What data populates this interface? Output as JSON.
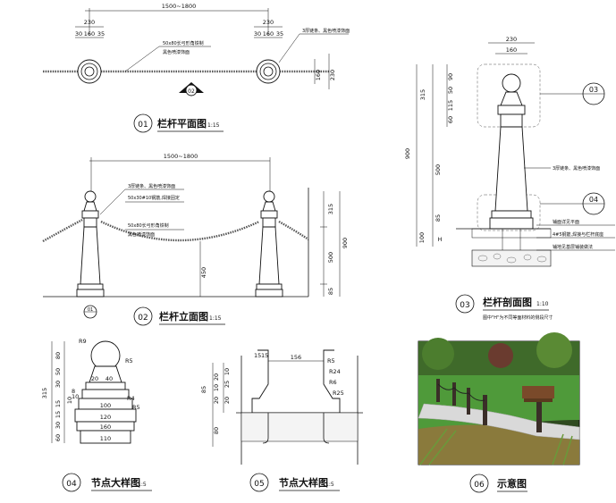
{
  "views": {
    "v01": {
      "num": "01",
      "title": "栏杆平面图",
      "scale": "1:15"
    },
    "v02": {
      "num": "02",
      "title": "栏杆立面图",
      "scale": "1:15"
    },
    "v03": {
      "num": "03",
      "title": "栏杆剖面图",
      "scale": "1:10",
      "note": "图中\"H\"为不同等面材料的侧段尺寸"
    },
    "v04": {
      "num": "04",
      "title": "节点大样图",
      "scale": "1:5"
    },
    "v05": {
      "num": "05",
      "title": "节点大样图",
      "scale": "1:5"
    },
    "v06": {
      "num": "06",
      "title": "示意图"
    }
  },
  "plan": {
    "span": "1500~1800",
    "d230": "230",
    "d30a": "30",
    "d160": "160",
    "d35": "35",
    "d230b": "230",
    "d30b": "30",
    "d160b": "160",
    "d35b": "35",
    "note_steel": "50x80长弓形角铁制",
    "note_color": "黑色喷漆饰面",
    "note_chain": "3厚链条、黑色喷漆饰面",
    "d160v": "160",
    "d230v": "230",
    "callout": "02"
  },
  "elevation": {
    "span": "1500~1800",
    "note1": "3厚链条、黑色喷漆饰面",
    "note2": "50x30#10钢筋,焊接固定",
    "note3": "50x80长弓形角铁制",
    "note4": "黑色喷漆饰面",
    "d315": "315",
    "d500": "500",
    "d85": "85",
    "d900": "900",
    "d450": "450",
    "callout": "01"
  },
  "section": {
    "d230": "230",
    "d160": "160",
    "d90": "90",
    "d50": "50",
    "d115": "115",
    "d60": "60",
    "d315": "315",
    "d500": "500",
    "d85": "85",
    "d900": "900",
    "d100": "100",
    "dH": "H",
    "callout03": "03",
    "callout04": "04",
    "note1": "3厚链条、黑色喷漆饰面",
    "note2": "铺面详见平面",
    "note3": "4#5钢筋,焊接与栏杆底座",
    "note4": "铺地见基层铺装做法"
  },
  "detail04": {
    "R9": "R9",
    "R5": "R5",
    "R4": "R4",
    "R5b": "R5",
    "d20": "20",
    "d40": "40",
    "d100": "100",
    "d120": "120",
    "d160": "160",
    "d110": "110",
    "v80": "80",
    "v50": "50",
    "v30": "30",
    "v10": "10",
    "v15a": "15",
    "v15b": "15",
    "v30b": "30",
    "v60": "60",
    "v315": "315",
    "v8": "8",
    "v10b": "10"
  },
  "detail05": {
    "d156": "156",
    "d15": "15",
    "d15b": "15",
    "R5": "R5",
    "R24": "R24",
    "R6": "R6",
    "R25": "R25",
    "v85": "85",
    "v20": "20",
    "v10": "10",
    "v25": "25",
    "v80": "80",
    "v20b": "20",
    "v20c": "20",
    "v10b": "10"
  }
}
